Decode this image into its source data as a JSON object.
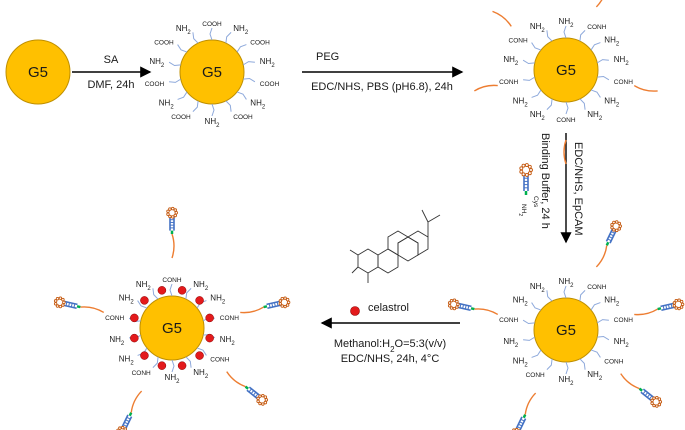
{
  "core_label": "G5",
  "groups": {
    "amine": "NH",
    "amine_sub": "2",
    "acid": "COOH",
    "amide": "CONH",
    "cys": "Cys"
  },
  "step1": {
    "reagent": "SA",
    "conditions": "DMF, 24h"
  },
  "step2": {
    "reagent": "PEG",
    "conditions": "EDC/NHS, PBS (pH6.8), 24h"
  },
  "step3": {
    "line1": "EDC/NHS, EpCAM",
    "line2": "Binding Buffer, 24 h"
  },
  "step4": {
    "drug": "celastrol",
    "solvent_a": "Methanol:H",
    "solvent_sub": "2",
    "solvent_b": "O=5:3(v/v)",
    "conditions": "EDC/NHS, 24h, 4°C"
  },
  "colors": {
    "core": "#ffc000",
    "core_stroke": "#bf8f00",
    "branch": "#8ea9db",
    "peg": "#ed7d31",
    "drug": "#e31a1c",
    "aptamer_loop": "#c55a11",
    "aptamer_stem": "#4472c4",
    "aptamer_green": "#00b050"
  }
}
